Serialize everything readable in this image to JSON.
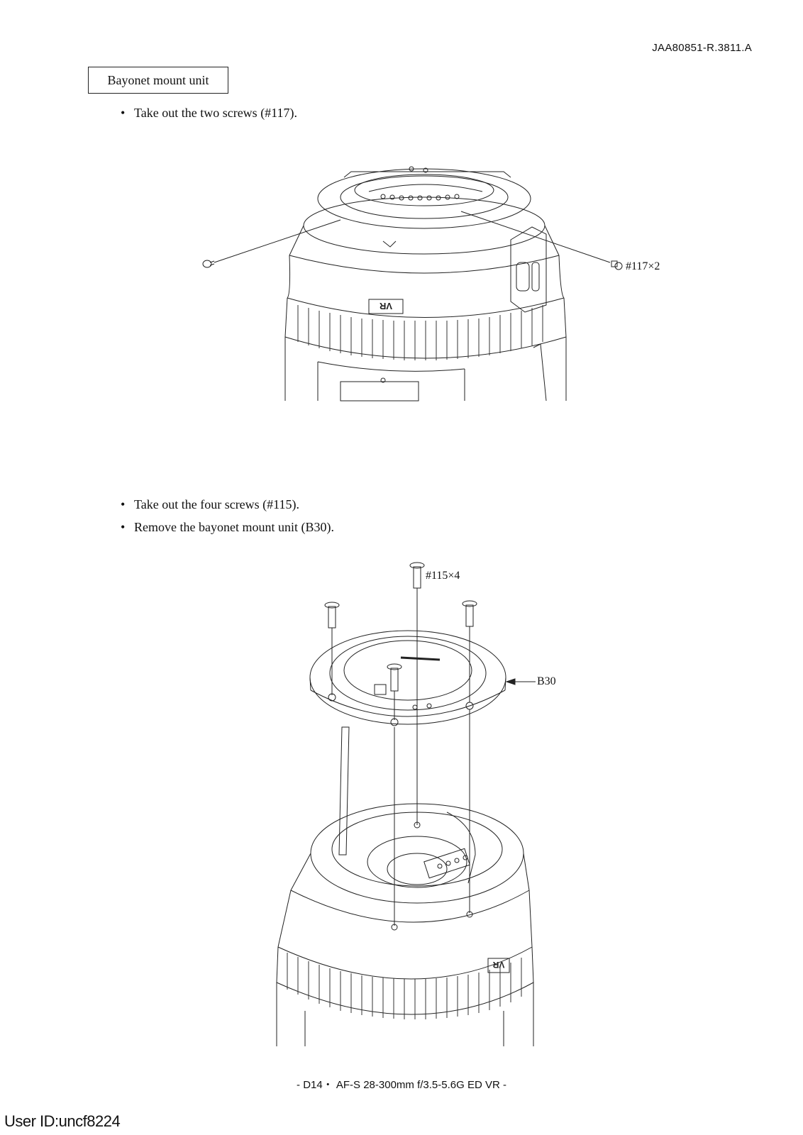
{
  "header": {
    "doc_id": "JAA80851-R.3811.A"
  },
  "section": {
    "title": "Bayonet mount unit"
  },
  "steps": [
    {
      "bullet": "•",
      "text": "Take out the two screws (#117)."
    },
    {
      "bullet": "•",
      "text": "Take out the four screws (#115)."
    },
    {
      "bullet": "•",
      "text": "Remove the bayonet mount unit (B30)."
    }
  ],
  "figure1": {
    "callout": "#117×2",
    "badge": "VR"
  },
  "figure2": {
    "callout_screws": "#115×4",
    "callout_unit": "B30",
    "badge": "VR"
  },
  "footer": {
    "page_label": "- D14・ AF-S 28-300mm f/3.5-5.6G ED VR -"
  },
  "watermark": {
    "user_id": "User ID:uncf8224"
  }
}
